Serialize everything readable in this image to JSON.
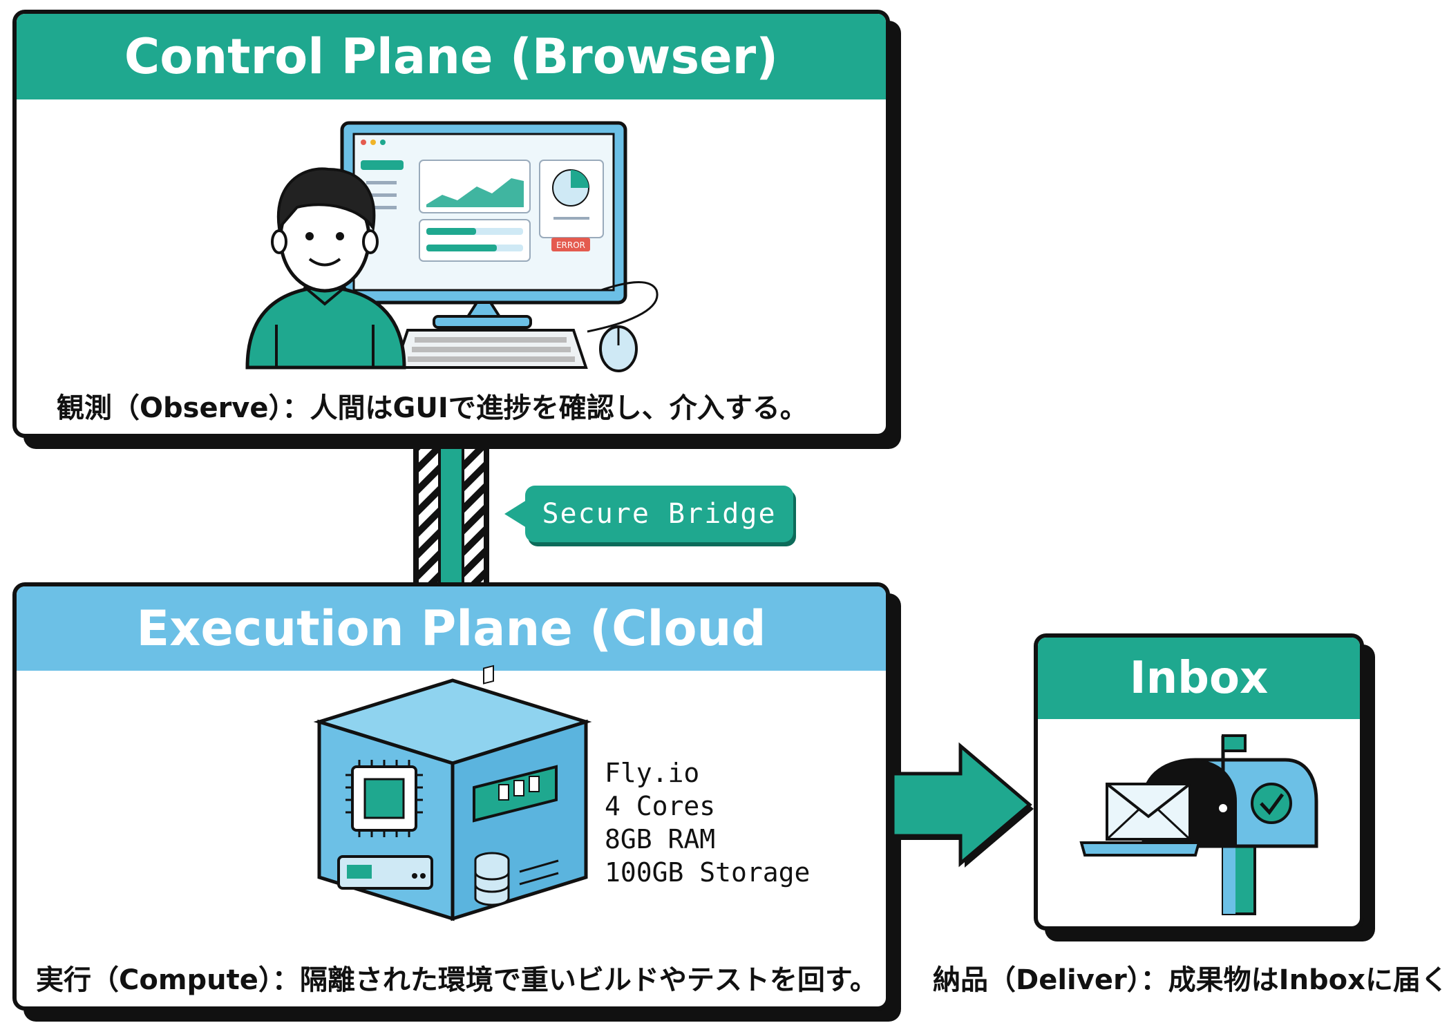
{
  "control_plane": {
    "title": "Control Plane (Browser)",
    "caption": "観測（Observe）：人間はGUIで進捗を確認し、介入する。",
    "monitor_badge": "ERROR"
  },
  "bridge": {
    "label": "Secure Bridge"
  },
  "execution_plane": {
    "title": "Execution Plane (Cloud Sandbox)",
    "caption": "実行（Compute）：隔離された環境で重いビルドやテストを回す。",
    "specs": [
      "Fly.io",
      "4 Cores",
      "8GB RAM",
      "100GB Storage"
    ]
  },
  "inbox": {
    "title": "Inbox",
    "caption": "納品（Deliver）：成果物はInboxに届く。"
  },
  "colors": {
    "teal": "#1fa88f",
    "light_blue": "#6cc0e6",
    "ink": "#111111"
  },
  "icons": [
    "person-icon",
    "monitor-icon",
    "keyboard-icon",
    "mouse-icon",
    "server-cube-icon",
    "cpu-icon",
    "ram-icon",
    "database-icon",
    "mailbox-icon",
    "envelope-icon",
    "check-icon",
    "arrow-right-icon"
  ]
}
